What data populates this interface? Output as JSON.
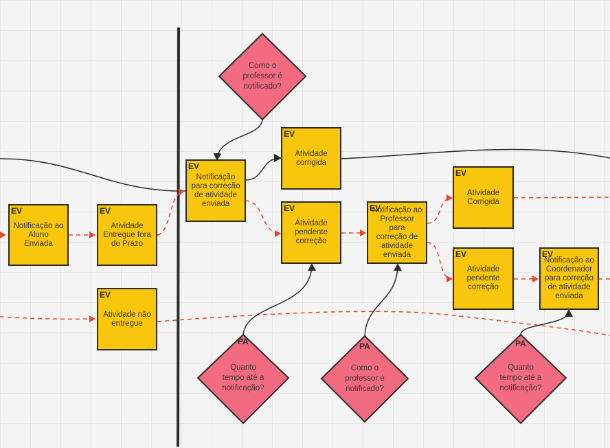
{
  "colors": {
    "event": "#f8c60d",
    "question": "#f26b80",
    "border": "#2b2b2b",
    "dashed_arrow": "#e8452c",
    "solid_arrow": "#2b2b2b"
  },
  "events": [
    {
      "tag": "EV",
      "label": "Notificação ao\nAluno Enviada"
    },
    {
      "tag": "EV",
      "label": "Atividade\nEntregue fora\ndo Prazo"
    },
    {
      "tag": "EV",
      "label": "Atividade não\nentregue"
    },
    {
      "tag": "EV",
      "label": "Notificação\npara correção\nde atividade\nenviada"
    },
    {
      "tag": "EV",
      "label": "Atividade\ncorrigida"
    },
    {
      "tag": "EV",
      "label": "Atividade\npendente\ncorreção"
    },
    {
      "tag": "EV",
      "label": "Notificação ao\nProfessor para\ncorreção de\natividade\nenviada"
    },
    {
      "tag": "EV",
      "label": "Atividade\nCorrigida"
    },
    {
      "tag": "EV",
      "label": "Atividade\npendente\ncorreção"
    },
    {
      "tag": "EV",
      "label": "Notificação ao\nCoordenador\npara correção\nde atividade\nenviada"
    }
  ],
  "questions": [
    {
      "tag": "",
      "label": "Como o\nprofessor é\nnotificado?"
    },
    {
      "tag": "PA",
      "label": "Quanto\ntempo até a\nnotificação?"
    },
    {
      "tag": "PA",
      "label": "Como o\nprofessor é\nnotificado?"
    },
    {
      "tag": "PA",
      "label": "Quanto\ntempo até a\nnotificação?"
    }
  ]
}
